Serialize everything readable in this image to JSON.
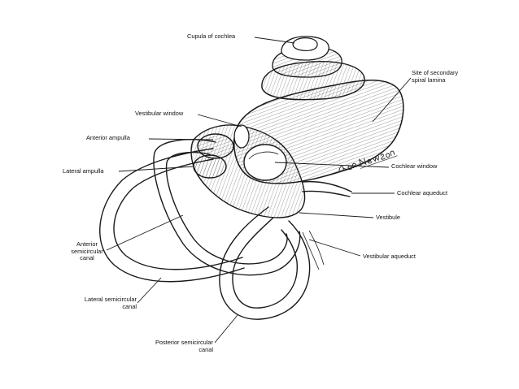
{
  "labels": {
    "cupula_of_cochlea": "Cupula of cochlea",
    "site_secondary_spiral_lamina_1": "Site of secondary",
    "site_secondary_spiral_lamina_2": "spiral lamina",
    "vestibular_window": "Vestibular window",
    "anterior_ampulla": "Anterior ampulla",
    "lateral_ampulla": "Lateral ampulla",
    "cochlear_window": "Cochlear window",
    "cochlear_aqueduct": "Cochlear aqueduct",
    "vestibule": "Vestibule",
    "vestibular_aqueduct": "Vestibular aqueduct",
    "anterior_canal_1": "Anterior",
    "anterior_canal_2": "semicircular",
    "anterior_canal_3": "canal",
    "lateral_canal_1": "Lateral semicircular",
    "lateral_canal_2": "canal",
    "posterior_canal_1": "Posterior semicircular",
    "posterior_canal_2": "canal"
  },
  "signature": "Ron Newson"
}
